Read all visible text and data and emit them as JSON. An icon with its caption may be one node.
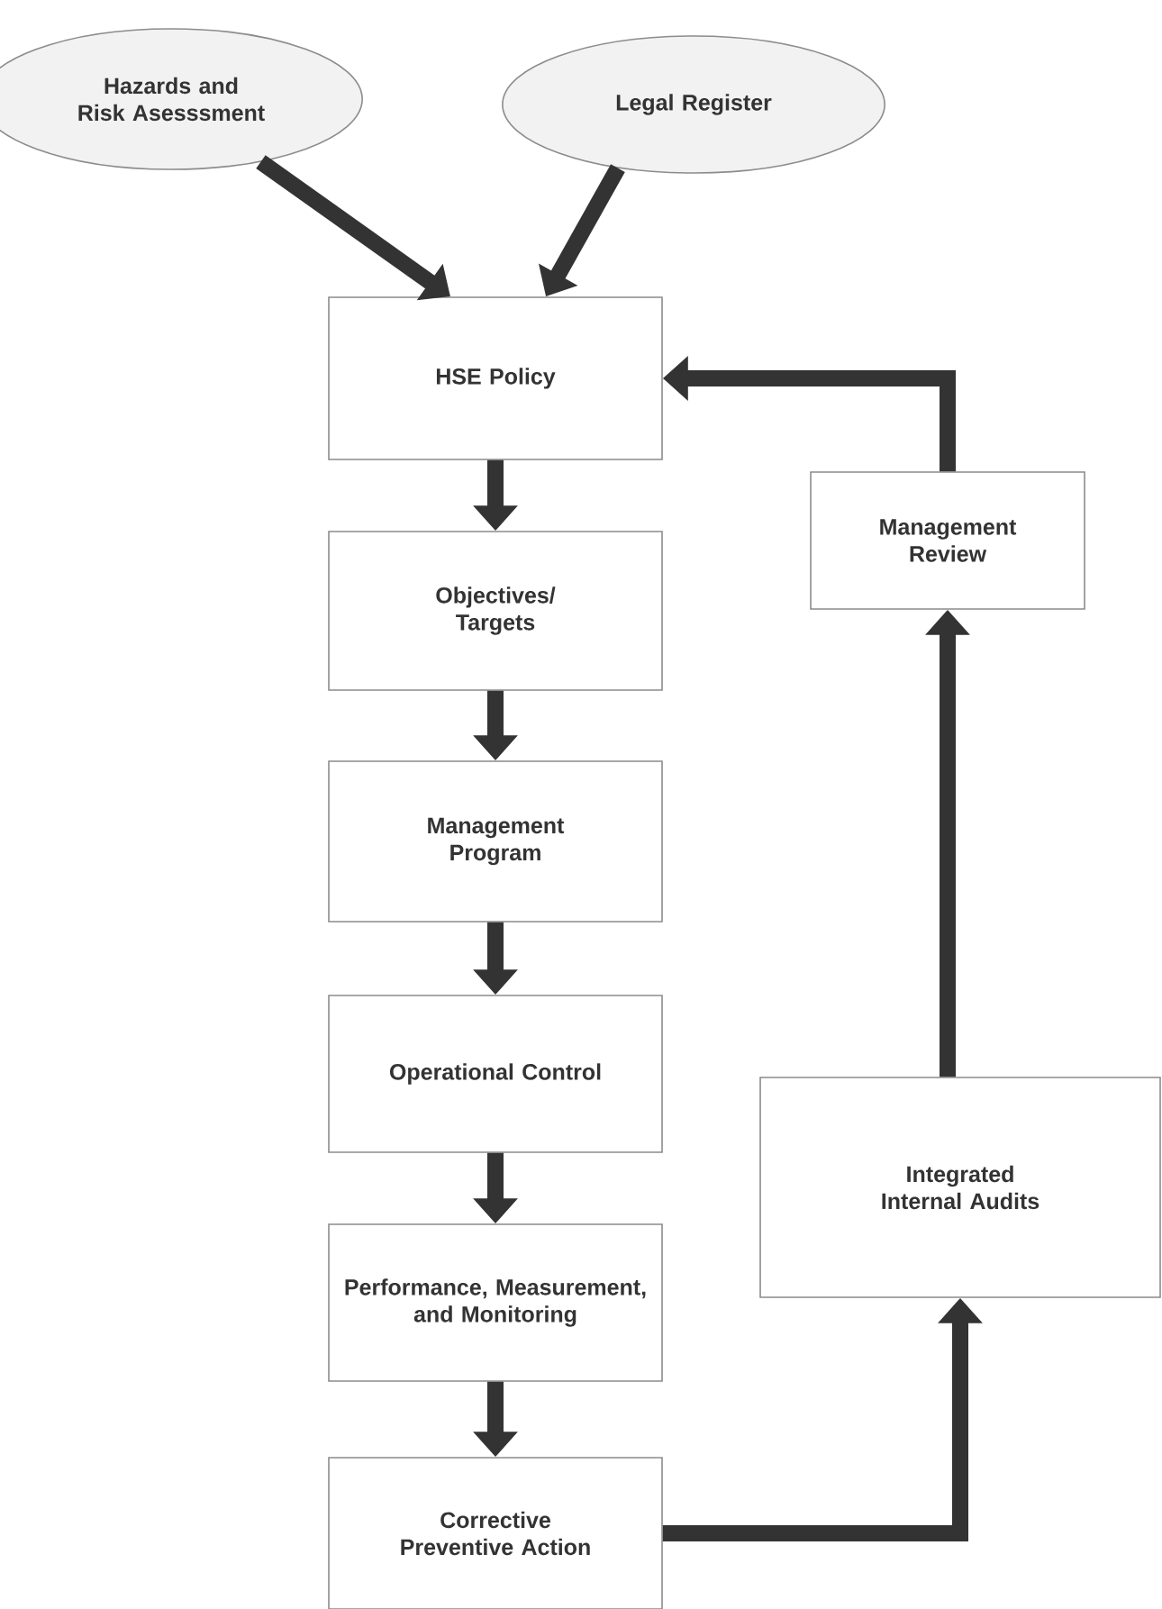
{
  "diagram": {
    "nodes": [
      {
        "text": [
          "Hazards and Risk Asesssment"
        ]
      },
      {
        "text": [
          "Legal Register"
        ]
      },
      {
        "text": [
          "HSE Policy"
        ]
      },
      {
        "text": [
          "Objectives/ Targets"
        ]
      },
      {
        "text": [
          "Management Program"
        ]
      },
      {
        "text": [
          "Operational Control"
        ]
      },
      {
        "text": [
          "Performance, Measurement, and Monitoring"
        ]
      },
      {
        "text": [
          "Corrective Preventive Action"
        ]
      },
      {
        "text": [
          "Management Review"
        ]
      },
      {
        "text": [
          "Integrated Internal Audits"
        ]
      }
    ],
    "edges": [
      {
        "from": 0,
        "to": 2,
        "arrow": "to"
      },
      {
        "from": 1,
        "to": 2,
        "arrow": "to"
      },
      {
        "from": 2,
        "to": 3,
        "arrow": "to"
      },
      {
        "from": 3,
        "to": 4,
        "arrow": "to"
      },
      {
        "from": 4,
        "to": 5,
        "arrow": "to"
      },
      {
        "from": 5,
        "to": 6,
        "arrow": "to"
      },
      {
        "from": 6,
        "to": 7,
        "arrow": "to"
      },
      {
        "from": 7,
        "to": 9,
        "arrow": "to"
      },
      {
        "from": 9,
        "to": 8,
        "arrow": "to"
      },
      {
        "from": 8,
        "to": 2,
        "arrow": "to"
      }
    ]
  }
}
